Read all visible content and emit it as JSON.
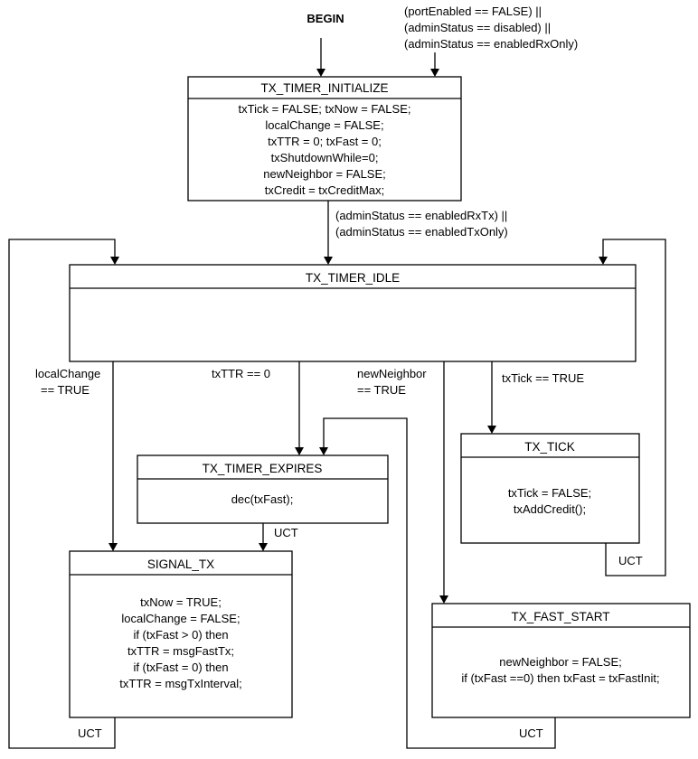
{
  "begin_label": "BEGIN",
  "global_condition": [
    "(portEnabled == FALSE) ||",
    "(adminStatus == disabled) ||",
    "(adminStatus == enabledRxOnly)"
  ],
  "states": {
    "initialize": {
      "title": "TX_TIMER_INITIALIZE",
      "actions": [
        "txTick = FALSE; txNow = FALSE;",
        "localChange = FALSE;",
        "txTTR = 0; txFast = 0;",
        "txShutdownWhile=0;",
        "newNeighbor = FALSE;",
        "txCredit = txCreditMax;"
      ]
    },
    "idle": {
      "title": "TX_TIMER_IDLE"
    },
    "expires": {
      "title": "TX_TIMER_EXPIRES",
      "actions": [
        "dec(txFast);"
      ]
    },
    "tick": {
      "title": "TX_TICK",
      "actions": [
        "txTick = FALSE;",
        "txAddCredit();"
      ]
    },
    "signal": {
      "title": "SIGNAL_TX",
      "actions": [
        "txNow = TRUE;",
        "localChange = FALSE;",
        "if (txFast > 0) then",
        "txTTR = msgFastTx;",
        "if (txFast = 0) then",
        "txTTR = msgTxInterval;"
      ]
    },
    "fast_start": {
      "title": "TX_FAST_START",
      "actions": [
        "newNeighbor = FALSE;",
        "if (txFast ==0) then txFast = txFastInit;"
      ]
    }
  },
  "transitions": {
    "init_to_idle": [
      "(adminStatus == enabledRxTx) ||",
      "(adminStatus == enabledTxOnly)"
    ],
    "local_change": [
      "localChange",
      "== TRUE"
    ],
    "ttr_zero": "txTTR == 0",
    "new_neighbor": [
      "newNeighbor",
      "== TRUE"
    ],
    "tick_true": "txTick == TRUE",
    "uct": "UCT"
  }
}
